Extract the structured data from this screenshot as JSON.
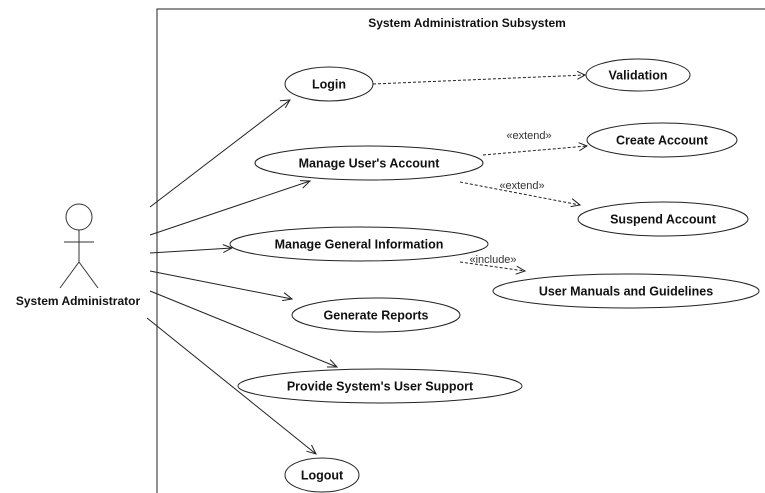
{
  "system": {
    "title": "System Administration Subsystem"
  },
  "actor": {
    "name": "System Administrator"
  },
  "use_cases": {
    "login": "Login",
    "validation": "Validation",
    "manage_account": "Manage User's Account",
    "create_account": "Create Account",
    "suspend_account": "Suspend Account",
    "manage_info": "Manage General Information",
    "manuals": "User Manuals and Guidelines",
    "reports": "Generate Reports",
    "support": "Provide System's User Support",
    "logout": "Logout"
  },
  "relations": {
    "extend_create": "«extend»",
    "extend_suspend": "«extend»",
    "include_manuals": "«include»"
  }
}
